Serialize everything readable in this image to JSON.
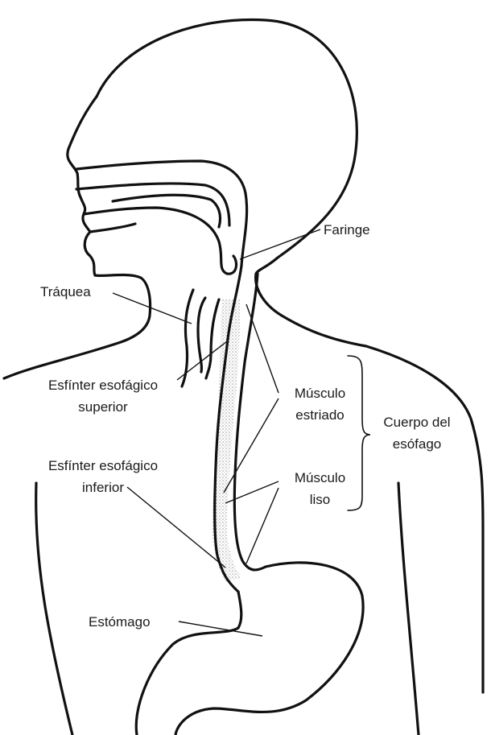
{
  "labels": {
    "faringe": "Faringe",
    "traquea": "Tráquea",
    "esfinter_superior_1": "Esfínter esofágico",
    "esfinter_superior_2": "superior",
    "esfinter_inferior_1": "Esfínter esofágico",
    "esfinter_inferior_2": "inferior",
    "musculo_estriado_1": "Músculo",
    "musculo_estriado_2": "estriado",
    "musculo_liso_1": "Músculo",
    "musculo_liso_2": "liso",
    "cuerpo_1": "Cuerpo del",
    "cuerpo_2": "esófago",
    "estomago": "Estómago"
  },
  "colors": {
    "line": "#111111",
    "stipple": "#9a9a9a"
  }
}
